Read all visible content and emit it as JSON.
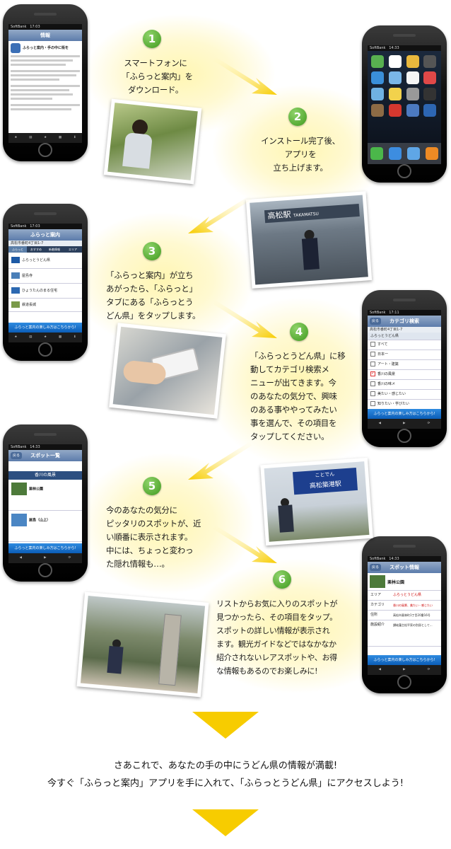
{
  "steps": [
    {
      "num": "1",
      "text": "スマートフォンに\n「ふらっと案内」を\nダウンロード。"
    },
    {
      "num": "2",
      "text": "インストール完了後、\nアプリを\n立ち上げます。"
    },
    {
      "num": "3",
      "text": "「ふらっと案内」が立ち\nあがったら、「ふらっと」\nタブにある「ふらっとう\nどん県」をタップします。"
    },
    {
      "num": "4",
      "text": "「ふらっとうどん県」に移\n動してカテゴリ検索メ\nニューが出てきます。今\nのあなたの気分で、興味\nのある事ややってみたい\n事を選んで、その項目を\nタップしてください。"
    },
    {
      "num": "5",
      "text": "今のあなたの気分に\nピッタリのスポットが、近\nい順番に表示されます。\n中には、ちょっと変わっ\nた隠れ情報も…。"
    },
    {
      "num": "6",
      "text": "リストからお気に入りのスポットが\n見つかったら、その項目をタップ。\nスポットの詳しい情報が表示され\nます。観光ガイドなどではなかなか\n紹介されないレアスポットや、お得\nな情報もあるのでお楽しみに!"
    }
  ],
  "phones": {
    "p1": {
      "carrier": "SoftBank",
      "time": "17:03",
      "title": "情報",
      "headline": "ふらっと案内・手の中に街を"
    },
    "p2": {
      "carrier": "SoftBank",
      "time": "14:33"
    },
    "p3": {
      "carrier": "SoftBank",
      "time": "17:03",
      "title": "ふらっと案内",
      "subtitle": "高松市番町4丁目1-7",
      "tabs": [
        "ふらっと",
        "おすすめ",
        "新着情報",
        "エリア"
      ],
      "items": [
        "ふらっとうどん県",
        "屋島寺",
        "ひょうたんのまる住宅",
        "鉄道長城"
      ],
      "banner": "ふらっと案内の楽しみ方はこちらから!"
    },
    "p4": {
      "carrier": "SoftBank",
      "time": "17:11",
      "back": "戻る",
      "title": "カテゴリ検索",
      "subtitle": "高松市番町4丁目1-7",
      "selected": "ふらっとうどん県",
      "items": [
        "すべて",
        "日本一",
        "アート・建築",
        "香川の風景",
        "香川の味メ",
        "美たい・感じたい",
        "知りたい・学びたい"
      ],
      "banner": "ふらっと案内の楽しみ方はこちらから!"
    },
    "p5": {
      "carrier": "SoftBank",
      "time": "14:33",
      "back": "戻る",
      "title": "スポット一覧",
      "section": "香川の風景",
      "spots": [
        "栗林公園",
        "屋島（山上）"
      ],
      "banner": "ふらっと案内の楽しみ方はこちらから!"
    },
    "p6": {
      "carrier": "SoftBank",
      "time": "14:33",
      "back": "戻る",
      "title": "スポット情報",
      "spot": "栗林公園",
      "fields": [
        {
          "label": "エリア",
          "value": "ふらっとうどん県"
        },
        {
          "label": "カテゴリ",
          "value": "香川の風景、美たい・感じたい"
        },
        {
          "label": "住所",
          "value": "高松市栗林町1丁目20番16号"
        },
        {
          "label": "施設紹介",
          "value": "讃岐藩主松平家の別邸として..."
        }
      ],
      "banner": "ふらっと案内の楽しみ方はこちらから!"
    }
  },
  "signs": {
    "station": "高松駅",
    "station_en": "TAKAMATSU",
    "port_top": "ことでん",
    "port": "高松築港駅"
  },
  "closing": {
    "line1": "さあこれで、あなたの手の中にうどん県の情報が満載!",
    "line2": "今すぐ「ふらっと案内」アプリを手に入れて、「ふらっとうどん県」にアクセスしよう!"
  },
  "colors": {
    "accent_green": "#4aa526",
    "arrow_yellow": "#f7cc00",
    "glow": "#fff6b3"
  }
}
